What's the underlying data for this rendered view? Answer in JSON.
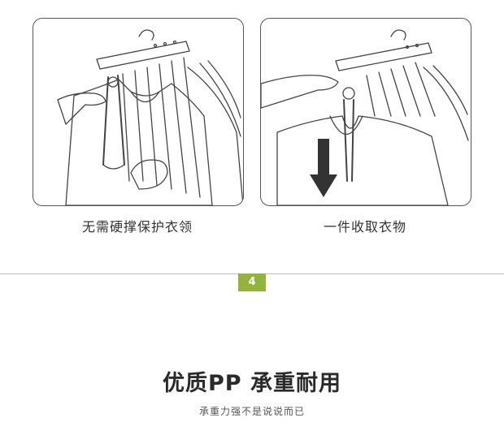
{
  "step_captions": {
    "left": "无需硬撑保护衣领",
    "right": "一件收取衣物"
  },
  "step_badge": "4",
  "headline": "优质PP 承重耐用",
  "subheadline": "承重力强不是说说而已",
  "colors": {
    "accent": "#93b43a",
    "divider": "#b7c98a",
    "line_art": "#444444",
    "arrow": "#333333"
  }
}
